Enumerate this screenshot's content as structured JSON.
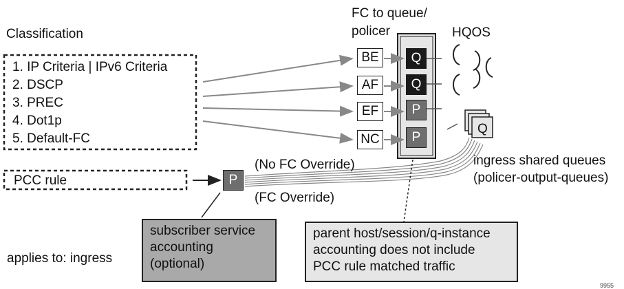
{
  "labels": {
    "classification": "Classification",
    "fc_to_queue_line1": "FC to queue/",
    "fc_to_queue_line2": "policer",
    "hqos": "HQOS",
    "no_fc_override": "(No FC Override)",
    "fc_override": "(FC Override)",
    "ingress_shared_line1": "ingress shared queues",
    "ingress_shared_line2": "(policer-output-queues)",
    "applies_to": "applies to: ingress",
    "footnote": "9955"
  },
  "classification_items": [
    "1. IP Criteria | IPv6 Criteria",
    "2. DSCP",
    "3. PREC",
    "4. Dot1p",
    "5. Default-FC"
  ],
  "pcc_rule": "PCC rule",
  "pcc_policer": "P",
  "forwarding_classes": [
    {
      "fc": "BE",
      "target": "Q",
      "type": "queue"
    },
    {
      "fc": "AF",
      "target": "Q",
      "type": "queue"
    },
    {
      "fc": "EF",
      "target": "P",
      "type": "policer"
    },
    {
      "fc": "NC",
      "target": "P",
      "type": "policer"
    }
  ],
  "shared_queue_label": "Q",
  "notes": {
    "subscriber": [
      "subscriber service",
      "accounting",
      "(optional)"
    ],
    "parent": [
      "parent host/session/q-instance",
      "accounting does not include",
      "PCC rule matched traffic"
    ]
  },
  "colors": {
    "queue_fill": "#1a1a1a",
    "policer_fill": "#6e6e6e",
    "fc_panel": "#e6e6e6",
    "subscriber_note": "#a9a9a9",
    "parent_note": "#e6e6e6",
    "arrow": "#888888"
  }
}
